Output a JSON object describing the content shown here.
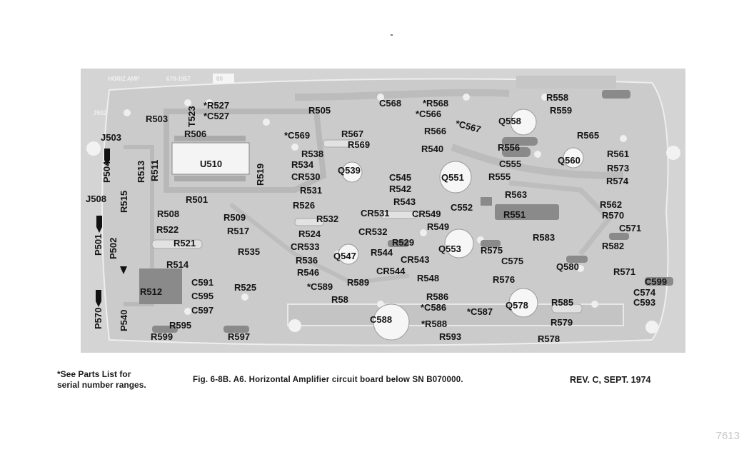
{
  "board": {
    "header_left": "HORIZ AMP",
    "header_part": "670-1957",
    "header_rev": "00",
    "labels": {
      "J503": "J503",
      "J508": "J508",
      "J502": "J502",
      "P504": "P504",
      "P501": "P501",
      "P570": "P570",
      "P502": "P502",
      "P540": "P540",
      "R503": "R503",
      "T523": "T523",
      "R527": "*R527",
      "C527": "*C527",
      "R506": "R506",
      "U510": "U510",
      "R513": "R513",
      "R511": "R511",
      "R515": "R515",
      "R519": "R519",
      "R501": "R501",
      "R508": "R508",
      "R509": "R509",
      "R522": "R522",
      "R517": "R517",
      "R521": "R521",
      "R535": "R535",
      "R514": "R514",
      "R512": "R512",
      "C591": "C591",
      "C595": "C595",
      "R525": "R525",
      "C597": "C597",
      "R595": "R595",
      "R599": "R599",
      "R597": "R597",
      "R505": "R505",
      "C569": "*C569",
      "R567": "R567",
      "R569": "R569",
      "R538": "R538",
      "R534": "R534",
      "Q539": "Q539",
      "CR530": "CR530",
      "R531": "R531",
      "R526": "R526",
      "R532": "R532",
      "R524": "R524",
      "CR533": "CR533",
      "Q547": "Q547",
      "R536": "R536",
      "R546": "R546",
      "C589": "*C589",
      "R589": "R589",
      "R58x": "R58",
      "C568": "C568",
      "R568": "*R568",
      "C566": "*C566",
      "C567": "*C567",
      "R566": "R566",
      "R540": "R540",
      "C545": "C545",
      "R542": "R542",
      "Q551": "Q551",
      "R543": "R543",
      "CR531": "CR531",
      "CR549": "CR549",
      "C552": "C552",
      "CR532": "CR532",
      "R549": "R549",
      "R529": "R529",
      "R544": "R544",
      "Q553": "Q553",
      "CR543": "CR543",
      "CR544": "CR544",
      "R548": "R548",
      "R586": "R586",
      "C586": "*C586",
      "C588": "C588",
      "R588": "*R588",
      "R593": "R593",
      "C587": "*C587",
      "R558": "R558",
      "R559": "R559",
      "Q558": "Q558",
      "R556": "R556",
      "C555": "C555",
      "R555": "R555",
      "R563": "R563",
      "R551": "R551",
      "R583": "R583",
      "R575": "R575",
      "C575": "C575",
      "R576": "R576",
      "Q578": "Q578",
      "R585": "R585",
      "R579": "R579",
      "R578": "R578",
      "R565": "R565",
      "Q560": "Q560",
      "R561": "R561",
      "R573": "R573",
      "R574": "R574",
      "R562": "R562",
      "R570": "R570",
      "C571": "C571",
      "R582": "R582",
      "Q580": "Q580",
      "R571": "R571",
      "C599": "C599",
      "C574": "C574",
      "C593": "C593"
    }
  },
  "caption": {
    "note_line1": "*See Parts List for",
    "note_line2": "serial number ranges.",
    "figure": "Fig. 6-8B.  A6. Horizontal Amplifier circuit board below SN B070000.",
    "revision": "REV. C, SEPT. 1974"
  },
  "page_number": "7613",
  "colors": {
    "board": "#d6d6d6",
    "trace": "#bdbdbd",
    "pad": "#f2f2f2",
    "component_dark": "#8a8a8a",
    "text": "#141414"
  }
}
